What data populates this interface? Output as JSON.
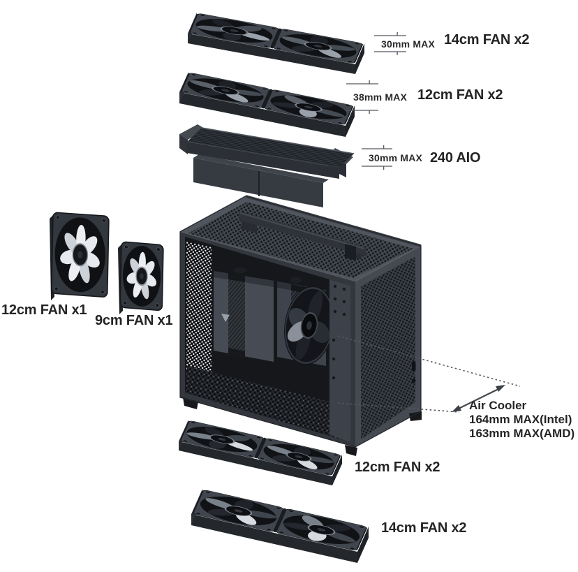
{
  "page": {
    "background": "#ffffff",
    "description": "Exploded diagram of a mini-ITX PC case showing fan and cooler clearance options"
  },
  "annotations": {
    "top_fan": {
      "dimension": "30mm MAX",
      "label": "14cm FAN x2"
    },
    "mid_fan": {
      "dimension": "38mm MAX",
      "label": "12cm FAN x2"
    },
    "aio": {
      "dimension": "30mm MAX",
      "label": "240 AIO"
    },
    "side_fan_large": {
      "label": "12cm FAN x1"
    },
    "side_fan_small": {
      "label": "9cm FAN x1"
    },
    "air_cooler": {
      "title": "Air Cooler",
      "intel": "164mm MAX(Intel)",
      "amd": "163mm MAX(AMD)"
    },
    "bottom_fan_12": {
      "label": "12cm FAN x2"
    },
    "bottom_fan_14": {
      "label": "14cm FAN x2"
    }
  },
  "colors": {
    "text": "#2a2a2a",
    "case_body": "#42474f",
    "fan_frame": "#41464e",
    "blade_light": "#e4e7eb",
    "annotation_line": "#54585e",
    "background": "#ffffff"
  }
}
